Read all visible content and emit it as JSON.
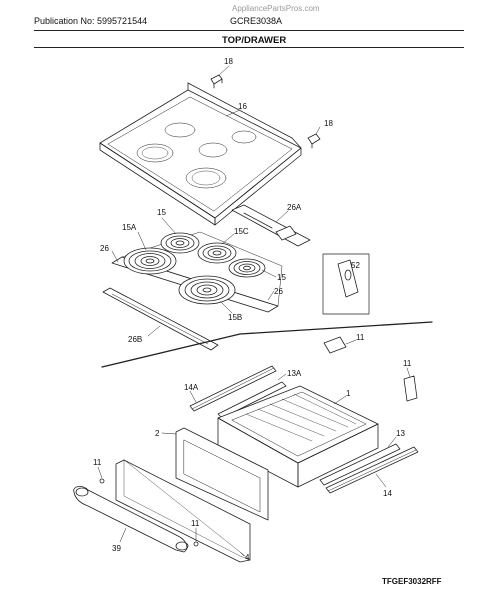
{
  "header": {
    "publication": "Publication No: 5995721544",
    "model": "GCRE3038A",
    "watermark": "AppliancePartsPros.com"
  },
  "section_title": "TOP/DRAWER",
  "footer_code": "TFGEF3032RFF",
  "callouts": [
    {
      "id": "c18a",
      "label": "18"
    },
    {
      "id": "c16",
      "label": "16"
    },
    {
      "id": "c18b",
      "label": "18"
    },
    {
      "id": "c26a",
      "label": "26A"
    },
    {
      "id": "c15",
      "label": "15"
    },
    {
      "id": "c15a",
      "label": "15A"
    },
    {
      "id": "c15c",
      "label": "15C"
    },
    {
      "id": "c26",
      "label": "26"
    },
    {
      "id": "c15r",
      "label": "15"
    },
    {
      "id": "c52",
      "label": "52"
    },
    {
      "id": "c26r",
      "label": "26"
    },
    {
      "id": "c15b",
      "label": "15B"
    },
    {
      "id": "c26b",
      "label": "26B"
    },
    {
      "id": "c11a",
      "label": "11"
    },
    {
      "id": "c11b",
      "label": "11"
    },
    {
      "id": "c13a",
      "label": "13A"
    },
    {
      "id": "c14a",
      "label": "14A"
    },
    {
      "id": "c1",
      "label": "1"
    },
    {
      "id": "c2",
      "label": "2"
    },
    {
      "id": "c13",
      "label": "13"
    },
    {
      "id": "c11c",
      "label": "11"
    },
    {
      "id": "c14",
      "label": "14"
    },
    {
      "id": "c11d",
      "label": "11"
    },
    {
      "id": "c39",
      "label": "39"
    },
    {
      "id": "c4",
      "label": "4"
    }
  ]
}
